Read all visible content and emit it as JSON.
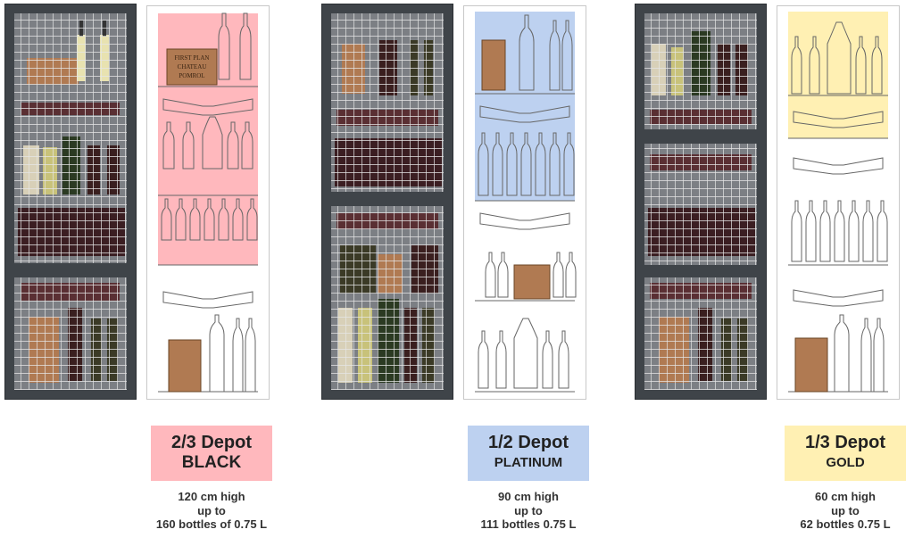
{
  "colors": {
    "black_fill": "#ffb8bd",
    "platinum_fill": "#bdd1f0",
    "gold_fill": "#fff0b3",
    "cabinet_frame": "#3f4449",
    "mesh": "#e6e6e6"
  },
  "products": [
    {
      "title": "2/3 Depot",
      "subtitle": "BLACK",
      "height": "120 cm high",
      "upto": "up to",
      "bottles": "160 bottles of 0.75 L",
      "crate_text": [
        "FIRST PLAN",
        "CHATEAU",
        "POMROL"
      ]
    },
    {
      "title": "1/2 Depot",
      "subtitle": "PLATINUM",
      "height": "90 cm high",
      "upto": "up to",
      "bottles": "111 bottles 0.75 L"
    },
    {
      "title": "1/3 Depot",
      "subtitle": "GOLD",
      "height": "60 cm high",
      "upto": "up to",
      "bottles": "62 bottles 0.75 L"
    }
  ]
}
